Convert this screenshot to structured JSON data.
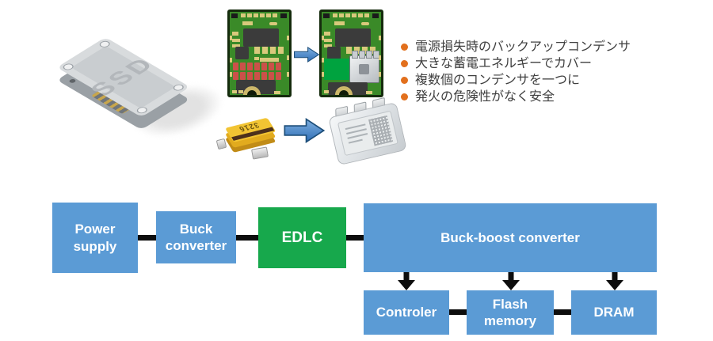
{
  "illustration": {
    "ssd_label": "SSD",
    "tantalum_marking": "3216",
    "bullets": [
      "電源損失時のバックアップコンデンサ",
      "大きな蓄電エネルギーでカバー",
      "複数個のコンデンサを一つに",
      "発火の危険性がなく安全"
    ],
    "bullet_color": "#e2701d",
    "text_color": "#3f3f3f",
    "pcb": {
      "capacitor_rows": 2,
      "capacitor_cols": 7
    }
  },
  "diagram": {
    "colors": {
      "box_blue": "#5b9bd5",
      "box_green": "#17a84c",
      "connector": "#0d0d0d",
      "label_text": "#ffffff"
    },
    "nodes": {
      "power_supply": "Power\nsupply",
      "buck_converter": "Buck\nconverter",
      "edlc": "EDLC",
      "buck_boost": "Buck-boost converter",
      "controller": "Controler",
      "flash_memory": "Flash\nmemory",
      "dram": "DRAM"
    }
  }
}
